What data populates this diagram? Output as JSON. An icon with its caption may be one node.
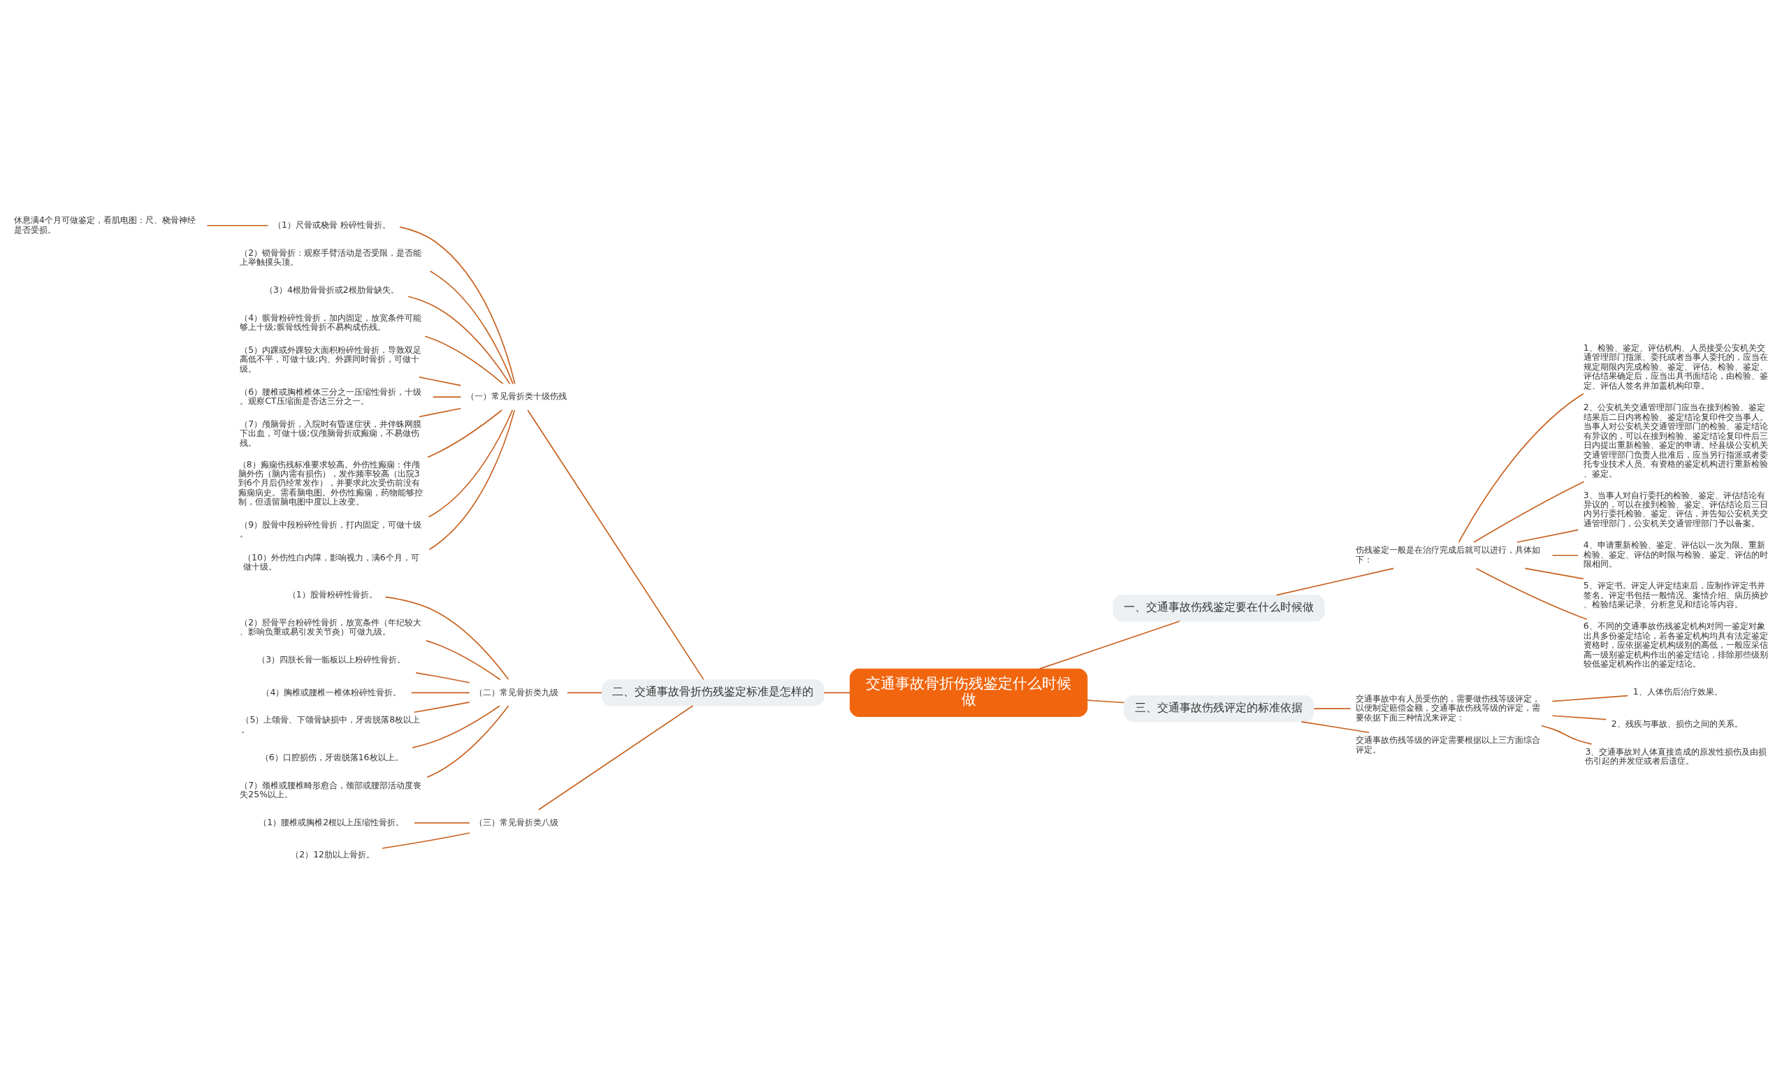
{
  "diagram": {
    "nodes": [
      {
        "text": [
          "交通事故骨折伤残鉴定什么时候做"
        ]
      },
      {
        "text": [
          "一、交通事故伤残鉴定要在什么时候做"
        ]
      },
      {
        "text": [
          "伤残鉴定一般是在治疗完成后就可以进行，具体如下："
        ]
      },
      {
        "text": [
          "1、检验、鉴定、评估机构、人员接受公安机关交通管理部门指派、委托或者当事人委托的，应当在规定期限内完成检验、鉴定、评估。检验、鉴定、评估结果确定后，应当出具书面结论，由检验、鉴定、评估人签名并加盖机构印章。"
        ]
      },
      {
        "text": [
          "2、公安机关交通管理部门应当在接到检验、鉴定结果后二日内将检验、鉴定结论复印件交当事人。当事人对公安机关交通管理部门的检验、鉴定结论有异议的，可以在接到检验、鉴定结论复印件后三日内提出重新检验、鉴定的申请。经县级公安机关交通管理部门负责人批准后，应当另行指派或者委托专业技术人员、有资格的鉴定机构进行重新检验、鉴定。"
        ]
      },
      {
        "text": [
          "3、当事人对自行委托的检验、鉴定、评估结论有异议的，可以在接到检验、鉴定、评估结论后三日内另行委托检验、鉴定、评估，并告知公安机关交通管理部门，公安机关交通管理部门予以备案。"
        ]
      },
      {
        "text": [
          "4、申请重新检验、鉴定、评估以一次为限。重新检验、鉴定、评估的时限与检验、鉴定、评估的时限相同。"
        ]
      },
      {
        "text": [
          "5、评定书。评定人评定结束后，应制作评定书并签名。评定书包括一般情况、案情介绍、病历摘抄、检验结果记录、分析意见和结论等内容。"
        ]
      },
      {
        "text": [
          "6、不同的交通事故伤残鉴定机构对同一鉴定对象出具多份鉴定结论，若各鉴定机构均具有法定鉴定资格时，应依据鉴定机构级别的高低，一般应采信高一级别鉴定机构作出的鉴定结论，排除那些级别较低鉴定机构作出的鉴定结论。"
        ]
      },
      {
        "text": [
          "三、交通事故伤残评定的标准依据"
        ]
      },
      {
        "text": [
          "交通事故中有人员受伤的，需要做伤残等级评定，以便制定赔偿金额，交通事故伤残等级的评定，需要依据下面三种情况来评定："
        ]
      },
      {
        "text": [
          "1、人体伤后治疗效果。"
        ]
      },
      {
        "text": [
          "2、残疾与事故、损伤之间的关系。"
        ]
      },
      {
        "text": [
          "3、交通事故对人体直接造成的原发性损伤及由损伤引起的并发症或者后遗症。"
        ]
      },
      {
        "text": [
          "交通事故伤残等级的评定需要根据以上三方面综合评定。"
        ]
      },
      {
        "text": [
          "二、交通事故骨折伤残鉴定标准是怎样的"
        ]
      },
      {
        "text": [
          "（一）常见骨折类十级伤残"
        ]
      },
      {
        "text": [
          "（1）尺骨或桡骨 粉碎性骨折。"
        ]
      },
      {
        "text": [
          "（2）锁骨骨折：观察手臂活动是否受限，是否能上举触摸头顶。"
        ]
      },
      {
        "text": [
          "（3）4根肋骨骨折或2根肋骨缺失。"
        ]
      },
      {
        "text": [
          "（4）髌骨粉碎性骨折，加内固定，放宽条件可能够上十级;髌骨线性骨折不易构成伤残。"
        ]
      },
      {
        "text": [
          "（5）内踝或外踝较大面积粉碎性骨折，导致双足高低不平，可做十级;内、外踝同时骨折，可做十级。"
        ]
      },
      {
        "text": [
          "（6）腰椎或胸椎椎体三分之一压缩性骨折，十级。观察CT压缩面是否达三分之一。"
        ]
      },
      {
        "text": [
          "（7）颅脑骨折，入院时有昏迷症状，并伴蛛网膜下出血，可做十级;仅颅脑骨折或癫痫，不易做伤残。"
        ]
      },
      {
        "text": [
          "（8）癫痫伤残标准要求较高。外伤性癫痫：伴颅脑外伤（脑内需有损伤），发作频率较高（出院3到6个月后仍经常发作），并要求此次受伤前没有癫痫病史。需看脑电图。外伤性癫痫，药物能够控制，但遗留脑电图中度以上改变。"
        ]
      },
      {
        "text": [
          "（9）股骨中段粉碎性骨折，打内固定，可做十级。"
        ]
      },
      {
        "text": [
          "（10）外伤性白内障，影响视力，满6个月，可做十级。"
        ]
      },
      {
        "text": [
          "休息满4个月可做鉴定，看肌电图：尺、桡骨神经是否受损。"
        ]
      },
      {
        "text": [
          "（二）常见骨折类九级"
        ]
      },
      {
        "text": [
          "（1）股骨粉碎性骨折。"
        ]
      },
      {
        "text": [
          "（2）胫骨平台粉碎性骨折，放宽条件（年纪较大、影响负重或易引发关节炎）可做九级。"
        ]
      },
      {
        "text": [
          "（3）四肢长骨一骺板以上粉碎性骨折。"
        ]
      },
      {
        "text": [
          "（4）胸椎或腰椎一椎体粉碎性骨折。"
        ]
      },
      {
        "text": [
          "（5）上颌骨、下颌骨缺损中，牙齿脱落8枚以上。"
        ]
      },
      {
        "text": [
          "（6）口腔损伤，牙齿脱落16枚以上。"
        ]
      },
      {
        "text": [
          "（7）颈椎或腰椎畸形愈合，颈部或腰部活动度丧失25%以上。"
        ]
      },
      {
        "text": [
          "（三）常见骨折类八级"
        ]
      },
      {
        "text": [
          "（1）腰椎或胸椎2根以上压缩性骨折。"
        ]
      },
      {
        "text": [
          "（2）12肋以上骨折。"
        ]
      }
    ],
    "edges": [
      {
        "from": 0,
        "to": 1,
        "arrow": "none"
      },
      {
        "from": 1,
        "to": 2,
        "arrow": "none"
      },
      {
        "from": 2,
        "to": 3,
        "arrow": "none"
      },
      {
        "from": 2,
        "to": 4,
        "arrow": "none"
      },
      {
        "from": 2,
        "to": 5,
        "arrow": "none"
      },
      {
        "from": 2,
        "to": 6,
        "arrow": "none"
      },
      {
        "from": 2,
        "to": 7,
        "arrow": "none"
      },
      {
        "from": 2,
        "to": 8,
        "arrow": "none"
      },
      {
        "from": 0,
        "to": 9,
        "arrow": "none"
      },
      {
        "from": 9,
        "to": 10,
        "arrow": "none"
      },
      {
        "from": 10,
        "to": 11,
        "arrow": "none"
      },
      {
        "from": 10,
        "to": 12,
        "arrow": "none"
      },
      {
        "from": 10,
        "to": 13,
        "arrow": "none"
      },
      {
        "from": 9,
        "to": 14,
        "arrow": "none"
      },
      {
        "from": 15,
        "to": 0,
        "arrow": "none"
      },
      {
        "from": 16,
        "to": 15,
        "arrow": "none"
      },
      {
        "from": 17,
        "to": 16,
        "arrow": "none"
      },
      {
        "from": 18,
        "to": 16,
        "arrow": "none"
      },
      {
        "from": 19,
        "to": 16,
        "arrow": "none"
      },
      {
        "from": 20,
        "to": 16,
        "arrow": "none"
      },
      {
        "from": 21,
        "to": 16,
        "arrow": "none"
      },
      {
        "from": 22,
        "to": 16,
        "arrow": "none"
      },
      {
        "from": 23,
        "to": 16,
        "arrow": "none"
      },
      {
        "from": 24,
        "to": 16,
        "arrow": "none"
      },
      {
        "from": 25,
        "to": 16,
        "arrow": "none"
      },
      {
        "from": 26,
        "to": 16,
        "arrow": "none"
      },
      {
        "from": 27,
        "to": 17,
        "arrow": "none"
      },
      {
        "from": 28,
        "to": 15,
        "arrow": "none"
      },
      {
        "from": 29,
        "to": 28,
        "arrow": "none"
      },
      {
        "from": 30,
        "to": 28,
        "arrow": "none"
      },
      {
        "from": 31,
        "to": 28,
        "arrow": "none"
      },
      {
        "from": 32,
        "to": 28,
        "arrow": "none"
      },
      {
        "from": 33,
        "to": 28,
        "arrow": "none"
      },
      {
        "from": 34,
        "to": 28,
        "arrow": "none"
      },
      {
        "from": 35,
        "to": 28,
        "arrow": "none"
      },
      {
        "from": 36,
        "to": 15,
        "arrow": "none"
      },
      {
        "from": 37,
        "to": 36,
        "arrow": "none"
      },
      {
        "from": 38,
        "to": 36,
        "arrow": "none"
      }
    ]
  }
}
